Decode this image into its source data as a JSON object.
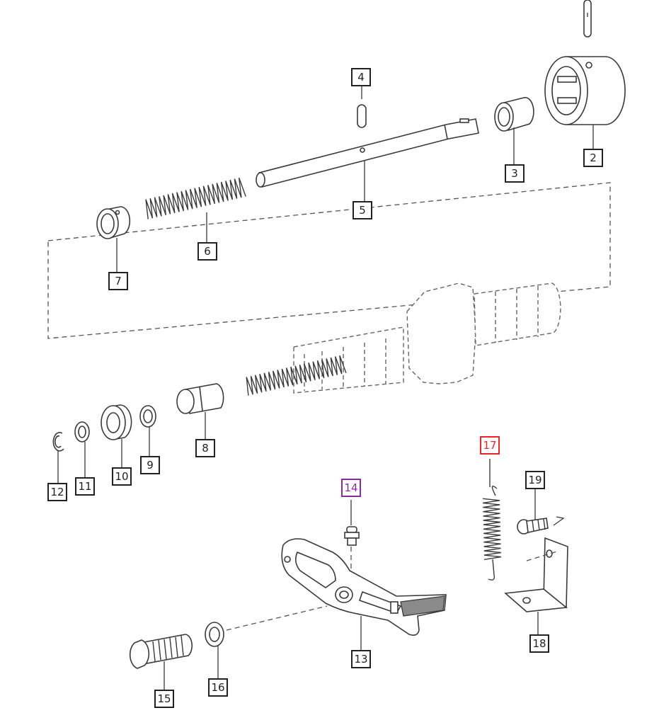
{
  "callouts": [
    {
      "id": "c2",
      "label": "2",
      "color": "#222222"
    },
    {
      "id": "c3",
      "label": "3",
      "color": "#222222"
    },
    {
      "id": "c4",
      "label": "4",
      "color": "#222222"
    },
    {
      "id": "c5",
      "label": "5",
      "color": "#222222"
    },
    {
      "id": "c6",
      "label": "6",
      "color": "#222222"
    },
    {
      "id": "c7",
      "label": "7",
      "color": "#222222"
    },
    {
      "id": "c8",
      "label": "8",
      "color": "#222222"
    },
    {
      "id": "c9",
      "label": "9",
      "color": "#222222"
    },
    {
      "id": "c10",
      "label": "10",
      "color": "#222222"
    },
    {
      "id": "c11",
      "label": "11",
      "color": "#222222"
    },
    {
      "id": "c12",
      "label": "12",
      "color": "#222222"
    },
    {
      "id": "c13",
      "label": "13",
      "color": "#222222"
    },
    {
      "id": "c14",
      "label": "14",
      "color": "#8a2c9c"
    },
    {
      "id": "c15",
      "label": "15",
      "color": "#222222"
    },
    {
      "id": "c16",
      "label": "16",
      "color": "#222222"
    },
    {
      "id": "c17",
      "label": "17",
      "color": "#e8262b"
    },
    {
      "id": "c18",
      "label": "18",
      "color": "#222222"
    },
    {
      "id": "c19",
      "label": "19",
      "color": "#222222"
    }
  ],
  "colors": {
    "line": "#3a3a3a",
    "highlight_red": "#e8262b",
    "highlight_purple": "#8a2c9c",
    "background": "#ffffff"
  }
}
